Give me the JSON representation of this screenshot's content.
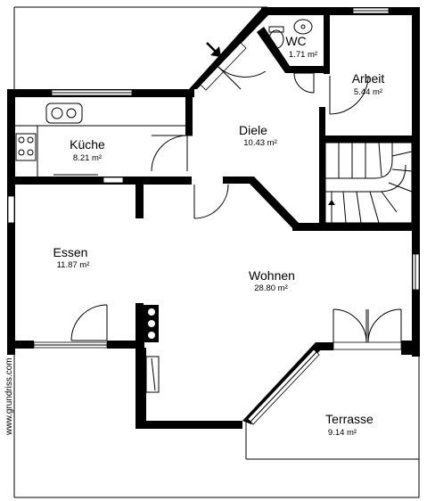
{
  "rooms": [
    {
      "id": "wc",
      "name": "WC",
      "area": "1.71 m²"
    },
    {
      "id": "arbeit",
      "name": "Arbeit",
      "area": "5.44 m²"
    },
    {
      "id": "kueche",
      "name": "Küche",
      "area": "8.21 m²"
    },
    {
      "id": "diele",
      "name": "Diele",
      "area": "10.43 m²"
    },
    {
      "id": "essen",
      "name": "Essen",
      "area": "11.87 m²"
    },
    {
      "id": "wohnen",
      "name": "Wohnen",
      "area": "28.80 m²"
    },
    {
      "id": "terrasse",
      "name": "Terrasse",
      "area": "9.14 m²"
    }
  ],
  "watermark": "www.grundriss.com"
}
